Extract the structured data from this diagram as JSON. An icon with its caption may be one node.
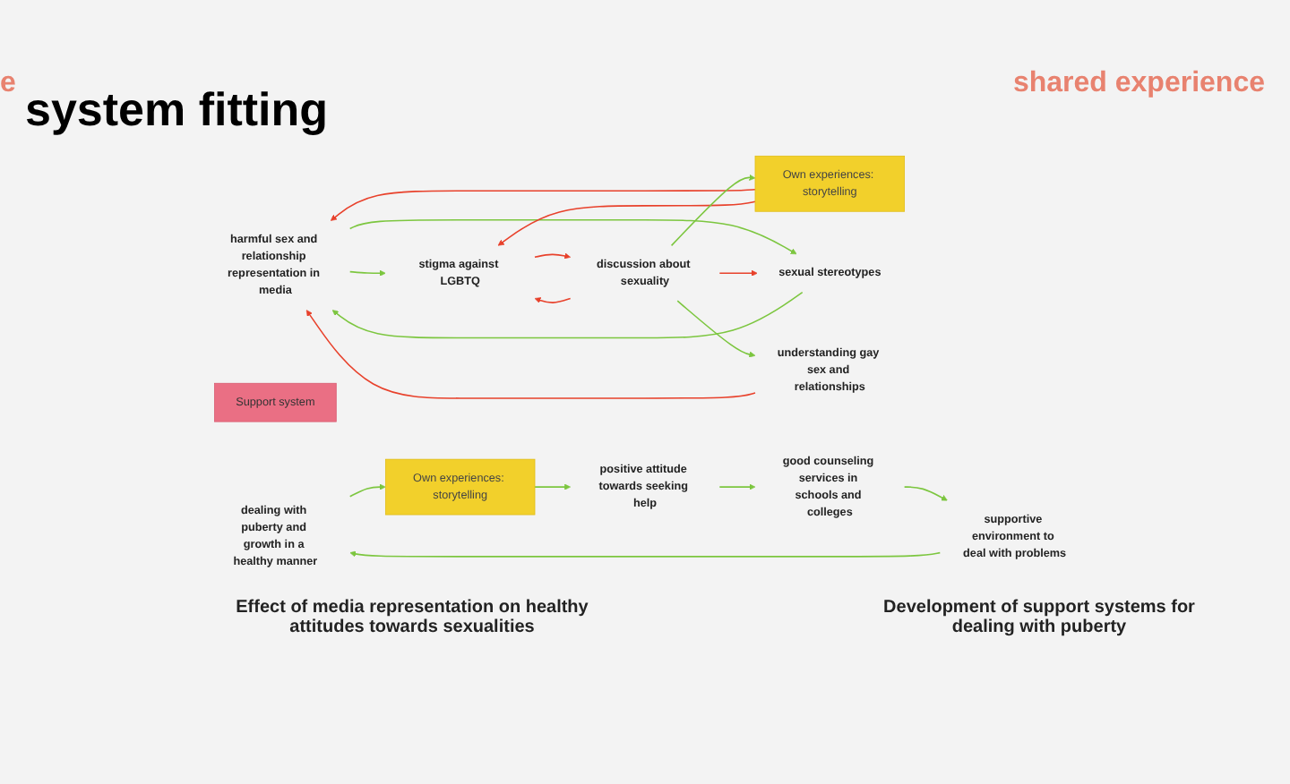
{
  "diagram": {
    "title": "system fitting",
    "nodes": [
      {
        "text": [
          "harmful sex and relationship representation in media"
        ]
      },
      {
        "text": [
          "Own experiences: storytelling"
        ]
      },
      {
        "text": [
          "sexual stereotypes"
        ]
      },
      {
        "text": [
          "stigma against LGBTQ"
        ]
      },
      {
        "text": [
          "understanding gay sex and relationships"
        ]
      },
      {
        "text": [
          "discussion about sexuality"
        ]
      },
      {
        "text": [
          "Support system"
        ]
      },
      {
        "text": [
          "dealing with puberty and growth in a healthy manner"
        ]
      },
      {
        "text": [
          "Own experiences: storytelling"
        ]
      },
      {
        "text": [
          "supportive environment to deal with problems"
        ]
      },
      {
        "text": [
          "positive attitude towards seeking help"
        ]
      },
      {
        "text": [
          "good counseling services in schools and colleges"
        ]
      }
    ],
    "edges": [
      {
        "from": 4,
        "to": 0,
        "arrow": "to",
        "color": "#e8412b"
      },
      {
        "from": 2,
        "to": 0,
        "arrow": "to"
      },
      {
        "from": 0,
        "to": 2,
        "arrow": "to"
      },
      {
        "from": 1,
        "to": 0,
        "arrow": "to",
        "color": "#e8412b"
      },
      {
        "from": 0,
        "to": 3,
        "arrow": "to"
      },
      {
        "from": 1,
        "to": 3,
        "arrow": "to",
        "color": "#e8412b"
      },
      {
        "from": 5,
        "to": 1,
        "arrow": "to"
      },
      {
        "from": 5,
        "to": 3,
        "arrow": "to",
        "color": "#e8412b"
      },
      {
        "from": 3,
        "to": 5,
        "arrow": "to",
        "color": "#e8412b"
      },
      {
        "from": 5,
        "to": 2,
        "arrow": "to",
        "color": "#e8412b"
      },
      {
        "from": 5,
        "to": 4,
        "arrow": "to"
      },
      {
        "from": 9,
        "to": 7,
        "arrow": "to"
      },
      {
        "from": 7,
        "to": 8,
        "arrow": "to"
      },
      {
        "from": 8,
        "to": 10,
        "arrow": "to"
      },
      {
        "from": 10,
        "to": 11,
        "arrow": "to"
      },
      {
        "from": 11,
        "to": 9,
        "arrow": "to"
      }
    ],
    "labels": [
      "e",
      "shared experience",
      "Effect of media representation on healthy attitudes towards sexualities",
      "Development of support systems for dealing with puberty"
    ]
  }
}
